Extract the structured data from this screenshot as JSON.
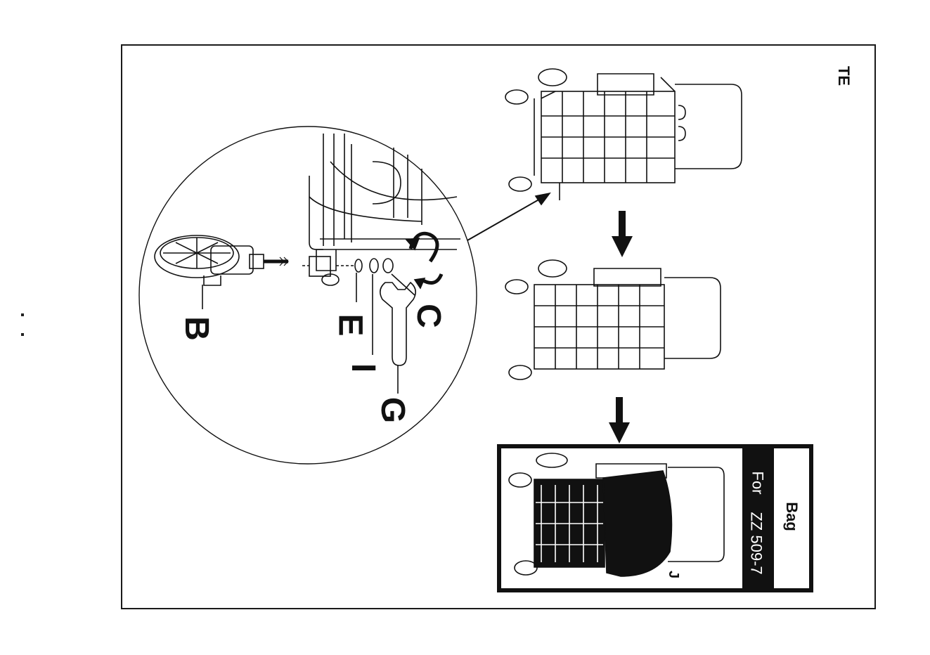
{
  "page": {
    "corner_tag": "TE"
  },
  "detail": {
    "labels": {
      "b": "B",
      "e": "E",
      "i": "I",
      "c": "C",
      "g": "G"
    }
  },
  "bag_panel": {
    "title": "Bag",
    "for_label": "For",
    "model": "ZZ 509-7",
    "part_label": "J"
  },
  "colors": {
    "ink": "#111111",
    "paper": "#ffffff"
  }
}
